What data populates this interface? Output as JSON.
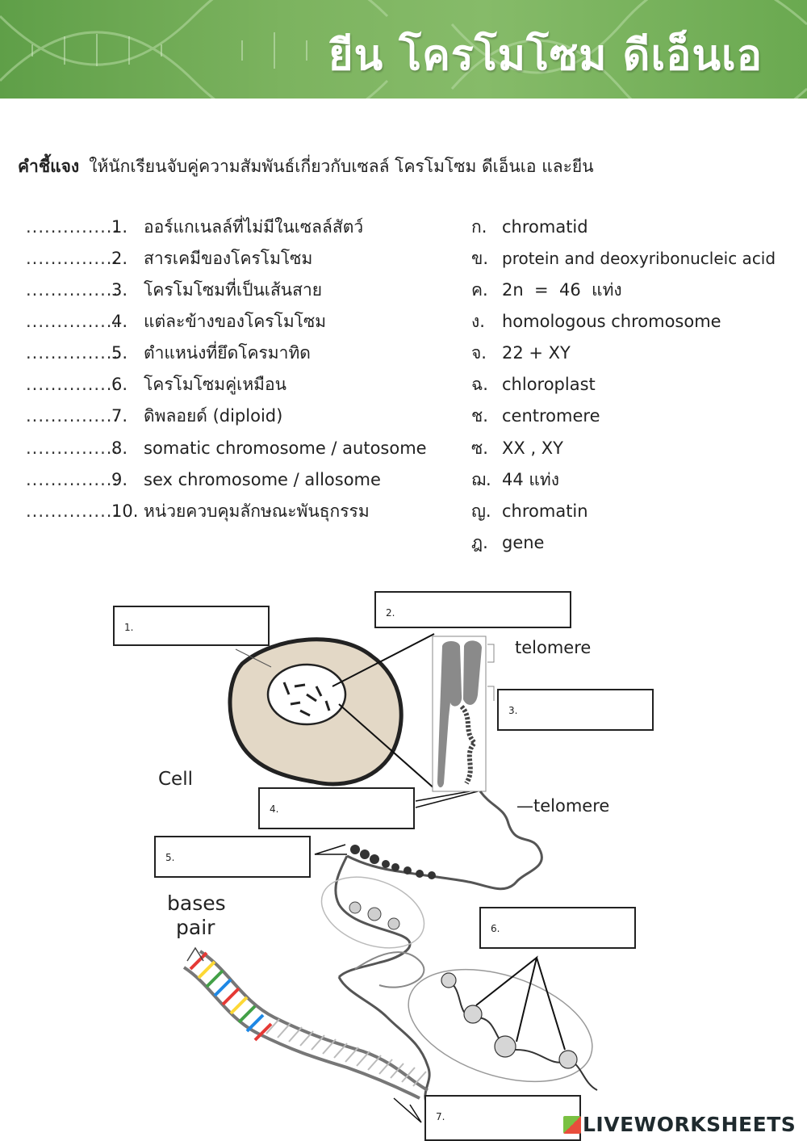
{
  "banner": {
    "title": "ยีน โครโมโซม ดีเอ็นเอ"
  },
  "instructions": {
    "label": "คำชี้แจง",
    "text": "ให้นักเรียนจับคู่ความสัมพันธ์เกี่ยวกับเซลล์ โครโมโซม ดีเอ็นเอ และยีน"
  },
  "questions": [
    {
      "blank": "...............",
      "num": "1.",
      "text": "ออร์แกเนลล์ที่ไม่มีในเซลล์สัตว์"
    },
    {
      "blank": "...............",
      "num": "2.",
      "text": "สารเคมีของโครโมโซม"
    },
    {
      "blank": "...............",
      "num": "3.",
      "text": "โครโมโซมที่เป็นเส้นสาย"
    },
    {
      "blank": "...............",
      "num": "4.",
      "text": "แต่ละข้างของโครโมโซม"
    },
    {
      "blank": "...............",
      "num": "5.",
      "text": "ตำแหน่งที่ยึดโครมาทิด"
    },
    {
      "blank": "...............",
      "num": "6.",
      "text": "โครโมโซมคู่เหมือน"
    },
    {
      "blank": "...............",
      "num": "7.",
      "text": "ดิพลอยด์ (diploid)"
    },
    {
      "blank": "...............",
      "num": "8.",
      "text": "somatic chromosome / autosome"
    },
    {
      "blank": "...............",
      "num": "9.",
      "text": "sex chromosome / allosome"
    },
    {
      "blank": "...............",
      "num": "10.",
      "text": "หน่วยควบคุมลักษณะพันธุกรรม"
    }
  ],
  "answers": [
    {
      "letter": "ก.",
      "text": "chromatid"
    },
    {
      "letter": "ข.",
      "text": "protein and deoxyribonucleic acid"
    },
    {
      "letter": "ค.",
      "text": "2n  =  46  แท่ง"
    },
    {
      "letter": "ง.",
      "text": "homologous chromosome"
    },
    {
      "letter": "จ.",
      "text": "22 + XY"
    },
    {
      "letter": "ฉ.",
      "text": "chloroplast"
    },
    {
      "letter": "ช.",
      "text": "centromere"
    },
    {
      "letter": "ซ.",
      "text": "XX , XY"
    },
    {
      "letter": "ฌ.",
      "text": "44 แท่ง"
    },
    {
      "letter": "ญ.",
      "text": "chromatin"
    },
    {
      "letter": "ฎ.",
      "text": "gene"
    }
  ],
  "diagram": {
    "boxes": [
      "1.",
      "2.",
      "3.",
      "4.",
      "5.",
      "6.",
      "7."
    ],
    "labels": {
      "telomere_top": "telomere",
      "telomere_bottom": "—telomere",
      "cell": "Cell",
      "bases": "bases",
      "pair": "pair"
    },
    "base_colors": [
      "#e53935",
      "#fdd835",
      "#43a047",
      "#1e88e5"
    ]
  },
  "footer": {
    "logo": "LIVEWORKSHEETS"
  }
}
